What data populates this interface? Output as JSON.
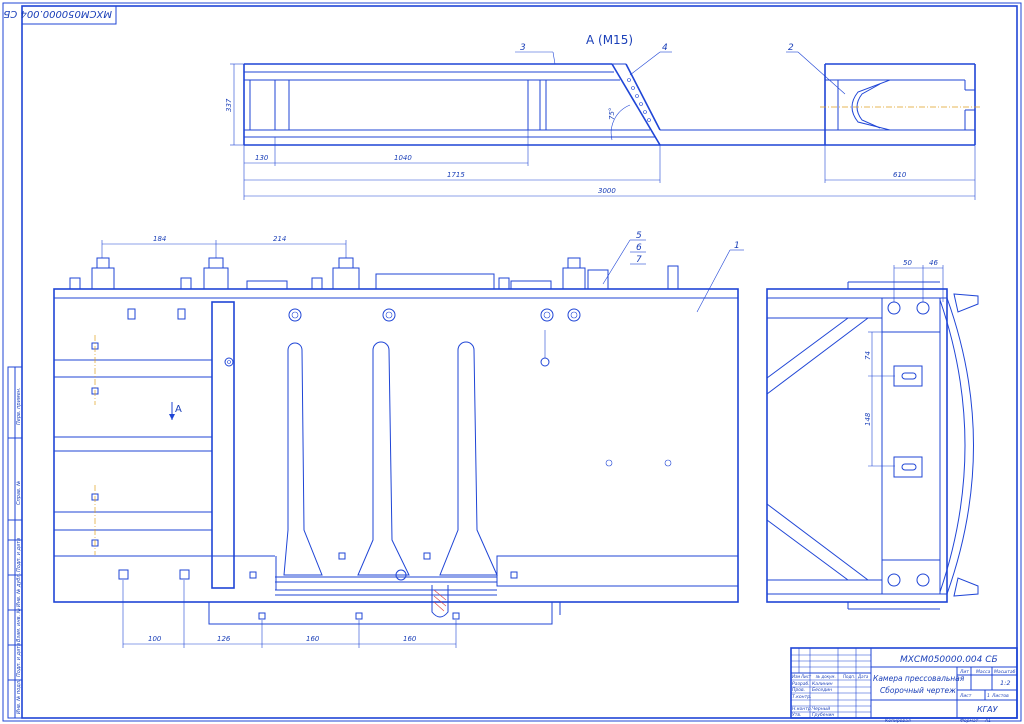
{
  "sheet": {
    "top_stamp": "МХСМ050000.004 СБ",
    "frame_format_label": "Формат",
    "frame_format": "А1",
    "copied_label": "Копировал"
  },
  "view_top": {
    "title": "А (М15)",
    "callouts": [
      "3",
      "4",
      "2"
    ],
    "angle": "75°",
    "dims": {
      "height": "337",
      "d130": "130",
      "d1040": "1040",
      "d1715": "1715",
      "d3000": "3000",
      "d610": "610"
    }
  },
  "view_main": {
    "callouts": [
      "1",
      "5",
      "6",
      "7"
    ],
    "view_arrow": "А",
    "dims_top": {
      "d184": "184",
      "d214": "214"
    },
    "dims_bottom": {
      "d100": "100",
      "d126": "126",
      "d160a": "160",
      "d160b": "160"
    }
  },
  "view_side": {
    "dims": {
      "d50": "50",
      "d46": "46",
      "d74": "74",
      "d148": "148"
    }
  },
  "left_strip": {
    "labels": [
      "Подп. и дата",
      "Инв. № дубл.",
      "Взам. инв. №",
      "Подп. и дата",
      "Инв. № подл.",
      "Справ. №",
      "Перв. примен."
    ]
  },
  "title_block": {
    "designation": "МХСМ050000.004 СБ",
    "name_line1": "Камера прессовальная",
    "name_line2": "Сборочный чертеж",
    "col_headers": [
      "Изм",
      "Лист",
      "№ докум.",
      "Подп.",
      "Дата"
    ],
    "roles": [
      "Разраб.",
      "Пров.",
      "Т.контр.",
      "",
      "Н.контр.",
      "Утв."
    ],
    "people": [
      "Калинин",
      "Беседин",
      "",
      "",
      "Черный",
      "Грубенин"
    ],
    "lit_header": "Лит",
    "mass_header": "Масса",
    "scale_header": "Масштаб",
    "scale": "1:2",
    "sheet_label": "Лист",
    "sheets_label": "Листов",
    "sheets_count": "1",
    "org": "КГАУ"
  }
}
